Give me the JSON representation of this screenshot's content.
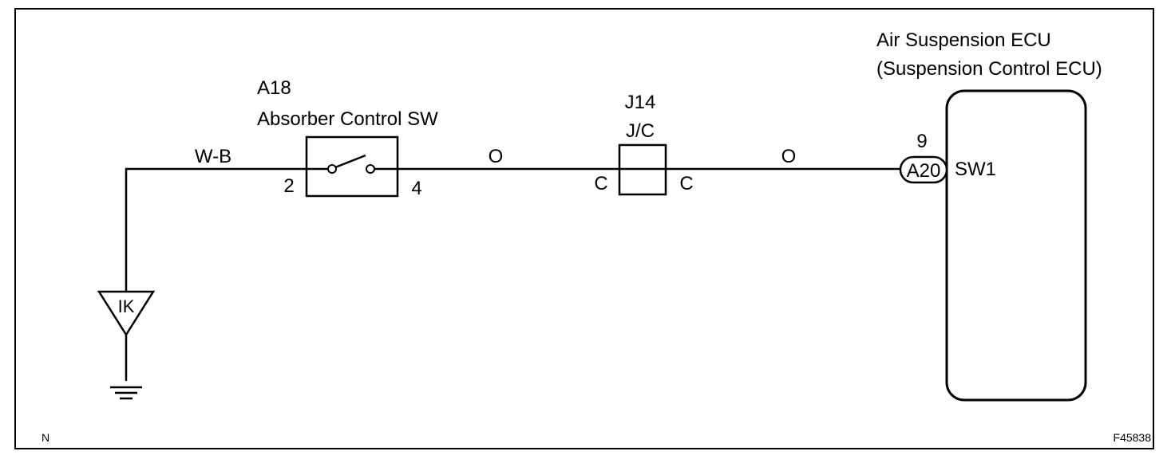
{
  "ground_point": {
    "label": "IK"
  },
  "wire_left": {
    "color_code": "W-B"
  },
  "switch": {
    "connector": "A18",
    "name": "Absorber Control SW",
    "pin_in": "2",
    "pin_out": "4"
  },
  "wire_mid": {
    "color_code": "O"
  },
  "junction": {
    "connector": "J14",
    "name": "J/C",
    "pin_in": "C",
    "pin_out": "C"
  },
  "wire_right": {
    "color_code": "O"
  },
  "ecu": {
    "name_line1": "Air Suspension ECU",
    "name_line2": "(Suspension Control ECU)",
    "connector": "A20",
    "pin": "9",
    "terminal": "SW1"
  },
  "footer": {
    "left_mark": "N",
    "figure_id": "F45838"
  }
}
